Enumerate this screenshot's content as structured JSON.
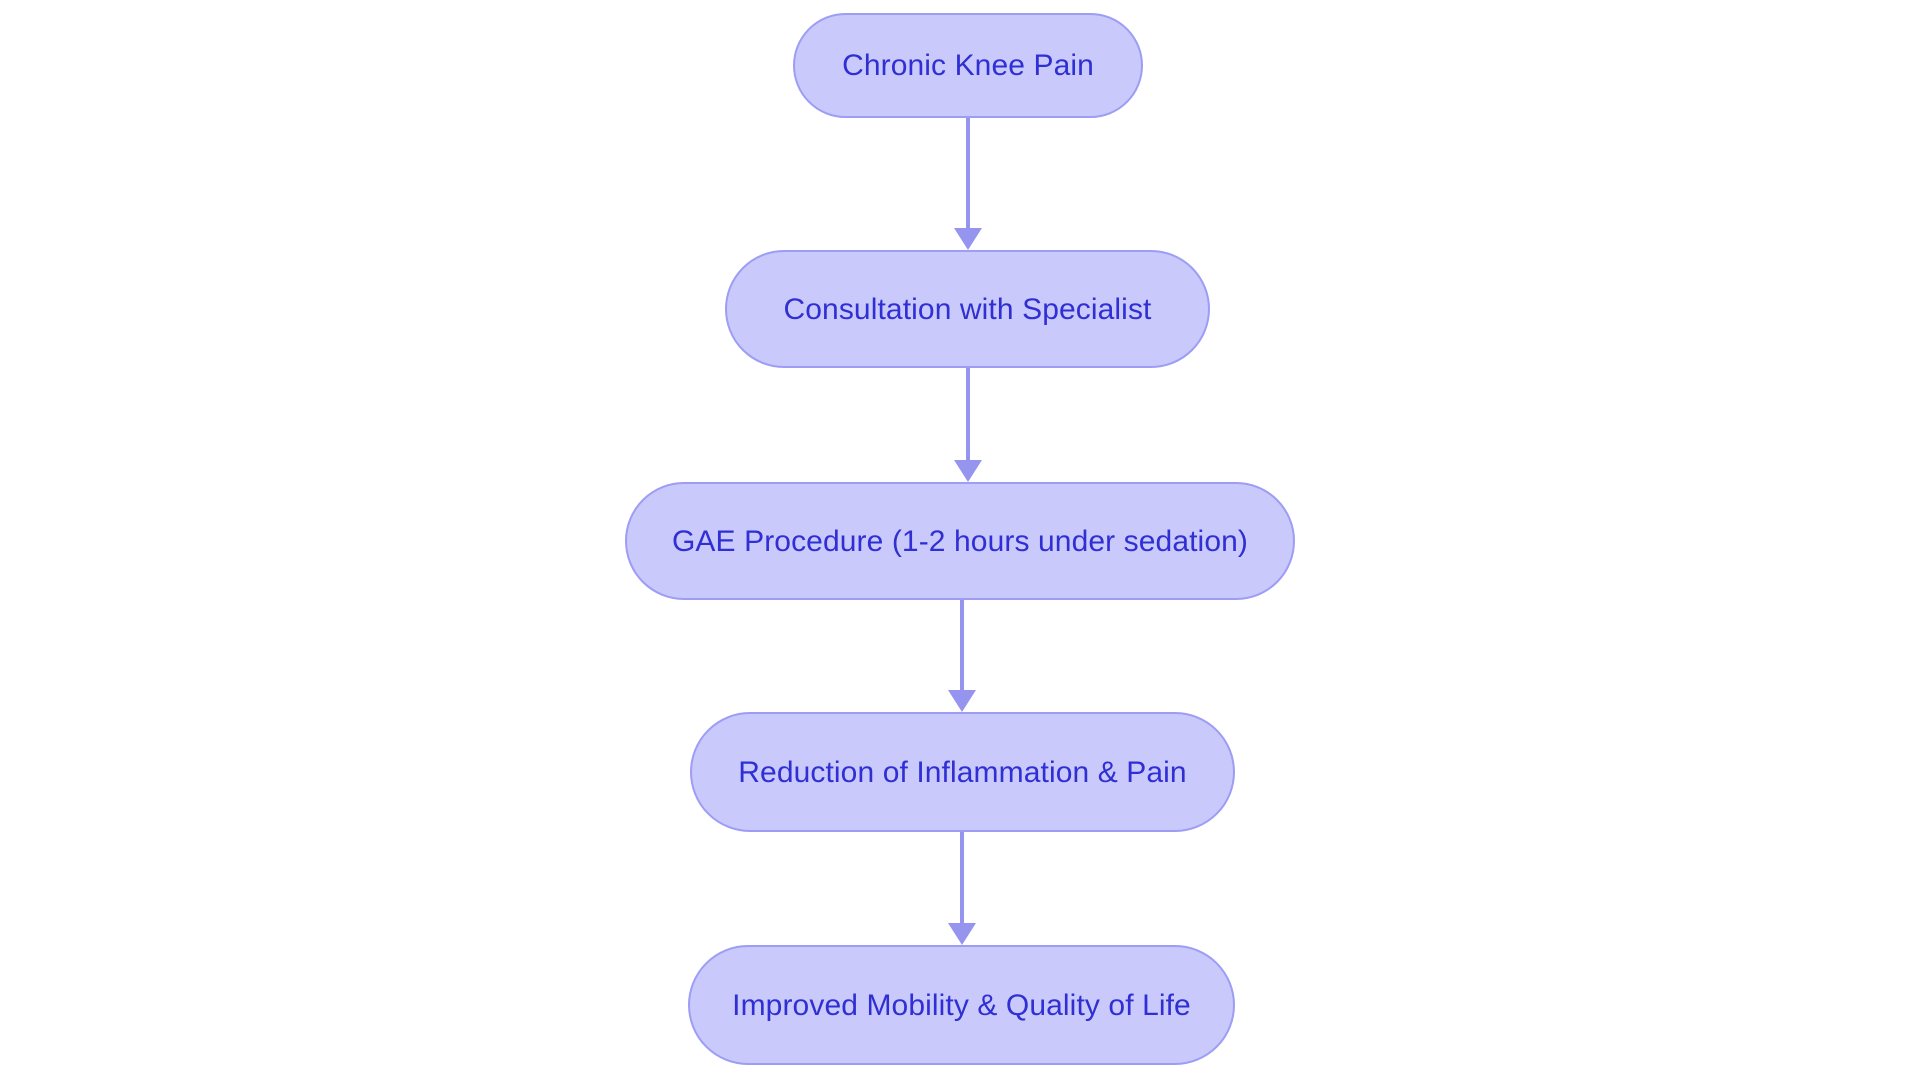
{
  "diagram": {
    "type": "flowchart",
    "orientation": "top-to-bottom",
    "title": "",
    "background_color": "#ffffff",
    "node_fill_color": "#c9c9fb",
    "node_border_color": "#9d9df5",
    "node_text_color": "#2f2fd4",
    "connector_color": "#9595f0",
    "node_shape": "stadium",
    "nodes": [
      {
        "id": "chronic-knee-pain",
        "label": "Chronic Knee Pain"
      },
      {
        "id": "consultation-specialist",
        "label": "Consultation with Specialist"
      },
      {
        "id": "gae-procedure",
        "label": "GAE Procedure (1-2 hours under sedation)"
      },
      {
        "id": "reduction-inflammation",
        "label": "Reduction of Inflammation & Pain"
      },
      {
        "id": "improved-mobility",
        "label": "Improved Mobility & Quality of Life"
      }
    ],
    "edges": [
      {
        "from": "chronic-knee-pain",
        "to": "consultation-specialist",
        "label": "",
        "arrow": "down-arrow"
      },
      {
        "from": "consultation-specialist",
        "to": "gae-procedure",
        "label": "",
        "arrow": "down-arrow"
      },
      {
        "from": "gae-procedure",
        "to": "reduction-inflammation",
        "label": "",
        "arrow": "down-arrow"
      },
      {
        "from": "reduction-inflammation",
        "to": "improved-mobility",
        "label": "",
        "arrow": "down-arrow"
      }
    ]
  }
}
